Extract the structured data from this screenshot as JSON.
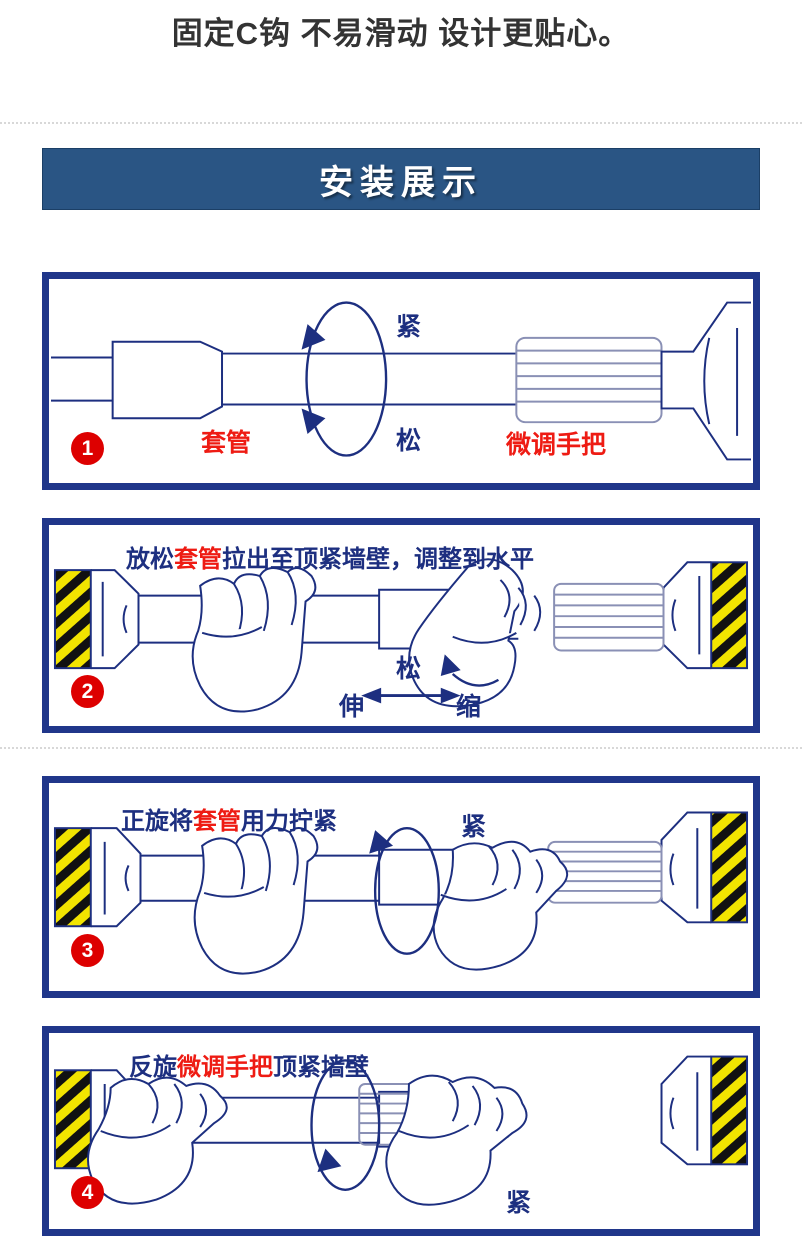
{
  "page": {
    "heading": "固定C钩 不易滑动 设计更贴心。",
    "banner_title": "安装展示",
    "colors": {
      "banner_blue": "#2a5584",
      "panel_navy": "#20368a",
      "line_navy": "#1d2f80",
      "accent_red": "#ee1b13",
      "badge_red": "#dd0000",
      "hazard_yellow": "#f2e400",
      "heading_gray": "#333333"
    }
  },
  "steps": [
    {
      "number": "1",
      "badge": "❶",
      "caption_plain": "",
      "caption_parts": [],
      "labels": {
        "sleeve": "套管",
        "knob": "微调手把",
        "rotate_tight": "紧",
        "rotate_loose": "松"
      }
    },
    {
      "number": "2",
      "badge": "❷",
      "caption_parts": [
        {
          "text": "放松",
          "highlight": false
        },
        {
          "text": "套管",
          "highlight": true
        },
        {
          "text": "拉出至顶紧墙壁，调整到水平",
          "highlight": false
        }
      ],
      "labels": {
        "loose": "松",
        "extend": "伸",
        "retract": "缩"
      }
    },
    {
      "number": "3",
      "badge": "❸",
      "caption_parts": [
        {
          "text": "正旋将",
          "highlight": false
        },
        {
          "text": "套管",
          "highlight": true
        },
        {
          "text": "用力拧紧",
          "highlight": false
        }
      ],
      "labels": {
        "tight": "紧"
      }
    },
    {
      "number": "4",
      "badge": "❹",
      "caption_parts": [
        {
          "text": "反旋",
          "highlight": false
        },
        {
          "text": "微调手把",
          "highlight": true
        },
        {
          "text": "顶紧墙壁",
          "highlight": false
        }
      ],
      "labels": {
        "tight": "紧"
      }
    }
  ]
}
